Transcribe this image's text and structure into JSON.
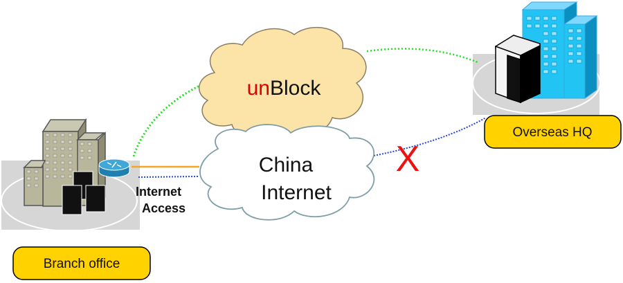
{
  "nodes": {
    "unblock": {
      "prefix": "un",
      "suffix": "Block",
      "prefix_color": "#e00000"
    },
    "china_internet": {
      "line1": "China",
      "line2": "Internet"
    },
    "branch_office": {
      "label": "Branch office"
    },
    "overseas_hq": {
      "label": "Overseas HQ"
    }
  },
  "links": {
    "internet_access": {
      "line1": "Internet",
      "line2": "Access"
    },
    "blocked_marker": "X"
  },
  "colors": {
    "label_box": "#ffd200",
    "unblock_cloud": "#fce4a8",
    "china_cloud_outline": "#7e9ea6",
    "green_link": "#22dd22",
    "blue_link": "#2244dd",
    "orange_link": "#f5a623",
    "block_x": "#ee1111"
  }
}
